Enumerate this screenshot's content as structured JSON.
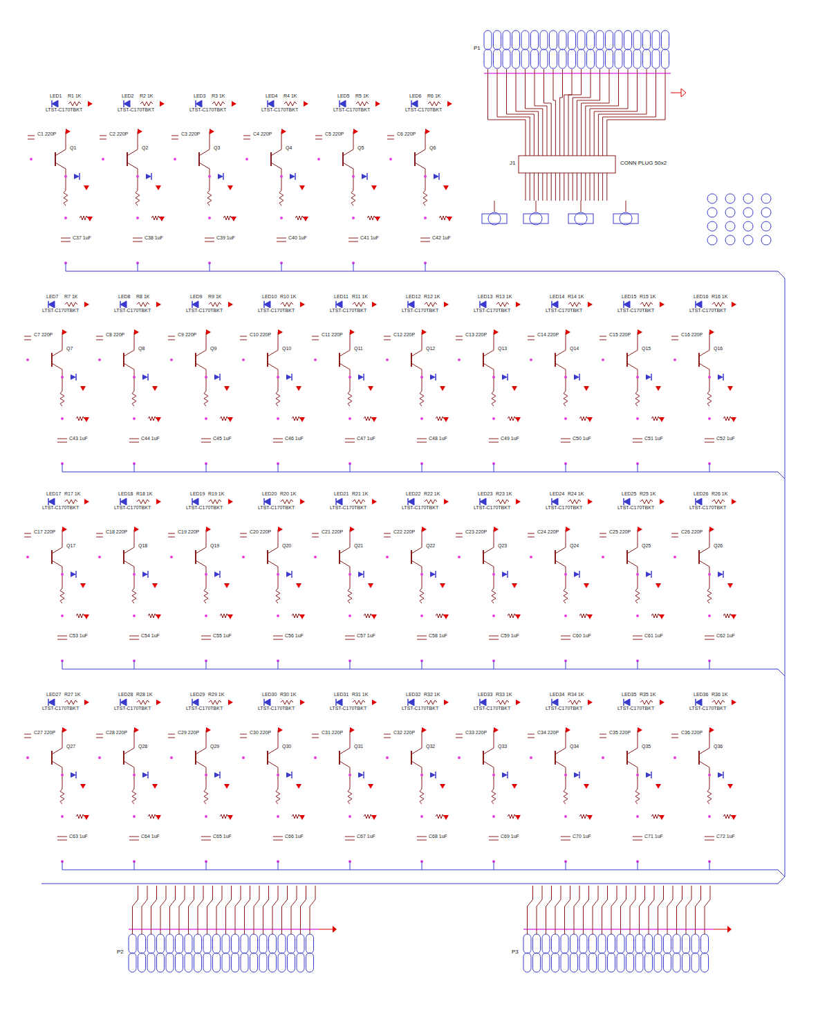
{
  "diagram": {
    "labels": [
      "LED1",
      "R1 1K",
      "LTST-C170TBKT",
      "C1 220P",
      "Q1",
      "C37 1uF",
      "LED2",
      "R2 1K",
      "LTST-C170TBKT",
      "C2 220P",
      "Q2",
      "C38 1uF",
      "LED3",
      "R3 1K",
      "LTST-C170TBKT",
      "C3 220P",
      "Q3",
      "C39 1uF",
      "LED4",
      "R4 1K",
      "LTST-C170TBKT",
      "C4 220P",
      "Q4",
      "C40 1uF",
      "LED5",
      "R5 1K",
      "LTST-C170TBKT",
      "C5 220P",
      "Q5",
      "C41 1uF",
      "LED6",
      "R6 1K",
      "LTST-C170TBKT",
      "C6 220P",
      "Q6",
      "C42 1uF",
      "LED7",
      "R7 1K",
      "LTST-C170TBKT",
      "C7 220P",
      "Q7",
      "C43 1uF",
      "LED8",
      "R8 1K",
      "LTST-C170TBKT",
      "C8 220P",
      "Q8",
      "C44 1uF",
      "LED9",
      "R9 1K",
      "LTST-C170TBKT",
      "C9 220P",
      "Q9",
      "C45 1uF",
      "LED10",
      "R10 1K",
      "LTST-C170TBKT",
      "C10 220P",
      "Q10",
      "C46 1uF",
      "LED11",
      "R11 1K",
      "LTST-C170TBKT",
      "C11 220P",
      "Q11",
      "C47 1uF",
      "LED12",
      "R12 1K",
      "LTST-C170TBKT",
      "C12 220P",
      "Q12",
      "C48 1uF",
      "LED13",
      "R13 1K",
      "LTST-C170TBKT",
      "C13 220P",
      "Q13",
      "C49 1uF",
      "LED14",
      "R14 1K",
      "LTST-C170TBKT",
      "C14 220P",
      "Q14",
      "C50 1uF",
      "LED15",
      "R15 1K",
      "LTST-C170TBKT",
      "C15 220P",
      "Q15",
      "C51 1uF",
      "LED16",
      "R16 1K",
      "LTST-C170TBKT",
      "C16 220P",
      "Q16",
      "C52 1uF",
      "LED17",
      "R17 1K",
      "LTST-C170TBKT",
      "C17 220P",
      "Q17",
      "C53 1uF",
      "LED18",
      "R18 1K",
      "LTST-C170TBKT",
      "C18 220P",
      "Q18",
      "C54 1uF",
      "LED19",
      "R19 1K",
      "LTST-C170TBKT",
      "C19 220P",
      "Q19",
      "C55 1uF",
      "LED20",
      "R20 1K",
      "LTST-C170TBKT",
      "C20 220P",
      "Q20",
      "C56 1uF",
      "LED21",
      "R21 1K",
      "LTST-C170TBKT",
      "C21 220P",
      "Q21",
      "C57 1uF",
      "LED22",
      "R22 1K",
      "LTST-C170TBKT",
      "C22 220P",
      "Q22",
      "C58 1uF",
      "LED23",
      "R23 1K",
      "LTST-C170TBKT",
      "C23 220P",
      "Q23",
      "C59 1uF",
      "LED24",
      "R24 1K",
      "LTST-C170TBKT",
      "C24 220P",
      "Q24",
      "C60 1uF",
      "LED25",
      "R25 1K",
      "LTST-C170TBKT",
      "C25 220P",
      "Q25",
      "C61 1uF",
      "LED26",
      "R26 1K",
      "LTST-C170TBKT",
      "C26 220P",
      "Q26",
      "C62 1uF",
      "LED27",
      "R27 1K",
      "LTST-C170TBKT",
      "C27 220P",
      "Q27",
      "C63 1uF",
      "LED28",
      "R28 1K",
      "LTST-C170TBKT",
      "C28 220P",
      "Q28",
      "C64 1uF",
      "LED29",
      "R29 1K",
      "LTST-C170TBKT",
      "C29 220P",
      "Q29",
      "C65 1uF",
      "LED30",
      "R30 1K",
      "LTST-C170TBKT",
      "C30 220P",
      "Q30",
      "C66 1uF",
      "LED31",
      "R31 1K",
      "LTST-C170TBKT",
      "C31 220P",
      "Q31",
      "C67 1uF",
      "LED32",
      "R32 1K",
      "LTST-C170TBKT",
      "C32 220P",
      "Q32",
      "C68 1uF",
      "LED33",
      "R33 1K",
      "LTST-C170TBKT",
      "C33 220P",
      "Q33",
      "C69 1uF",
      "LED34",
      "R34 1K",
      "LTST-C170TBKT",
      "C34 220P",
      "Q34",
      "C70 1uF",
      "LED35",
      "R35 1K",
      "LTST-C170TBKT",
      "C35 220P",
      "Q35",
      "C71 1uF",
      "LED36",
      "R36 1K",
      "LTST-C170TBKT",
      "C36 220P",
      "Q36",
      "C72 1uF",
      "P1",
      "J1",
      "CONN PLUG 50x2",
      "P2",
      "P3"
    ]
  }
}
